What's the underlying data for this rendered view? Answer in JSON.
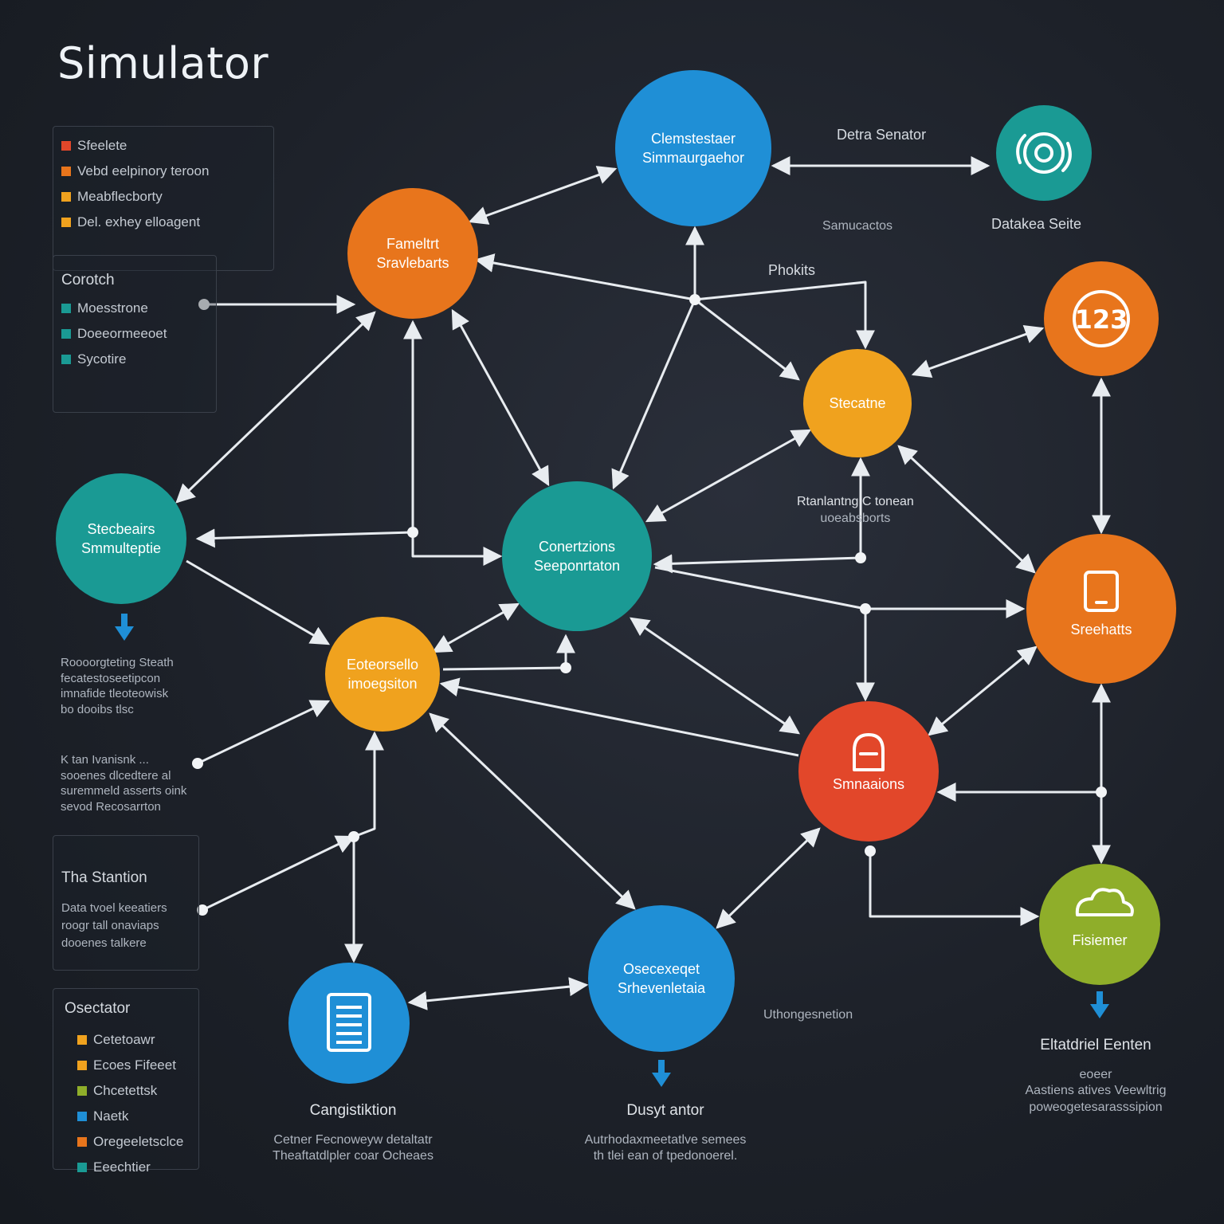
{
  "title": "Simulator",
  "colors": {
    "blue": "#1f8fd6",
    "orange": "#e8751c",
    "amber": "#f0a21e",
    "teal": "#1a9a94",
    "red": "#e2472a",
    "green": "#8fae2a",
    "edge": "#e8ecf0"
  },
  "panels": {
    "legend_top": {
      "items": [
        {
          "label": "Sfeelete",
          "color": "#e2472a"
        },
        {
          "label": "Vebd eelpinory teroon",
          "color": "#e8751c"
        },
        {
          "label": "Meabflecborty",
          "color": "#f0a21e"
        },
        {
          "label": "Del. exhey elloagent",
          "color": "#f0a21e"
        }
      ]
    },
    "legend_mid": {
      "title": "Corotch",
      "items": [
        {
          "label": "Moesstrone",
          "color": "#1a9a94"
        },
        {
          "label": "Doeeormeeoet",
          "color": "#1a9a94"
        },
        {
          "label": "Sycotire",
          "color": "#1a9a94"
        }
      ]
    },
    "station": {
      "title": "Tha Stantion",
      "lines": [
        "Data tvoel keeatiers",
        "roogr tall onaviaps",
        "dooenes talkere"
      ]
    },
    "legend_bottom": {
      "title": "Osectator",
      "items": [
        {
          "label": "Cetetoawr",
          "color": "#f0a21e"
        },
        {
          "label": "Ecoes Fifeeet",
          "color": "#f0a21e"
        },
        {
          "label": "Chcetettsk",
          "color": "#8fae2a"
        },
        {
          "label": "Naetk",
          "color": "#1f8fd6"
        },
        {
          "label": "Oregeeletsclce",
          "color": "#e8751c"
        },
        {
          "label": "Eeechtier",
          "color": "#1a9a94"
        }
      ]
    }
  },
  "nodes": {
    "n1": {
      "lines": [
        "Clemstestaer",
        "Simmaurgaehor"
      ]
    },
    "n2": {
      "lines": [
        "Fameltrt",
        "Sravlebarts"
      ]
    },
    "n3": {
      "lines": [],
      "icon": "gear-icon"
    },
    "n4": {
      "lines": [],
      "icon": "numbers-badge-icon",
      "icon_text": "123"
    },
    "n5": {
      "lines": [
        "Stecatne"
      ]
    },
    "n6": {
      "lines": [
        "Stecbeairs",
        "Smmulteptie"
      ]
    },
    "n7": {
      "lines": [
        "Conertzions",
        "Seeponrtaton"
      ]
    },
    "n8": {
      "lines": [
        "Sreehatts"
      ],
      "icon": "tablet-icon"
    },
    "n9": {
      "lines": [
        "Eoteorsello",
        "imoegsiton"
      ]
    },
    "n10": {
      "lines": [
        "Smnaaions"
      ],
      "icon": "bell-icon"
    },
    "n11": {
      "lines": [
        "Fisiemer"
      ],
      "icon": "cloud-icon"
    },
    "n12": {
      "lines": [],
      "icon": "document-icon"
    },
    "n13": {
      "lines": [
        "Osecexeqet",
        "Srhevenletaia"
      ]
    }
  },
  "annotations": {
    "detra_senator": "Detra Senator",
    "dataikea_seite": "Datakea Seite",
    "samucactos": "Samucactos",
    "phokis": "Phokits",
    "rainfield": [
      "Rtanlantng C tonean",
      "uoeabsborts"
    ],
    "roodoting": [
      "Roooorgteting Steath",
      "fecatestoseetipcon",
      "imnafide tleoteowisk",
      "bo dooibs tlsc"
    ],
    "ksan": [
      "K tan Ivanisnk ...",
      "sooenes dlcedtere al",
      "suremmeld asserts oink",
      "sevod Recosarrton"
    ],
    "uthongesnetion": "Uthongesnetion",
    "eltaldriel": [
      "Eltatdriel Eenten",
      "eoeer",
      "Aastiens atives Veewltrig",
      "poweogetesarasssipion"
    ],
    "cangistiktion": [
      "Cangistiktion",
      "Cetner Fecnoweyw detaltatr",
      "Theaftatdlpler coar Ocheaes"
    ],
    "dusyt": [
      "Dusyt antor",
      "Autrhodaxmeetatlve semees",
      "th tlei ean of tpedonoerel."
    ]
  }
}
